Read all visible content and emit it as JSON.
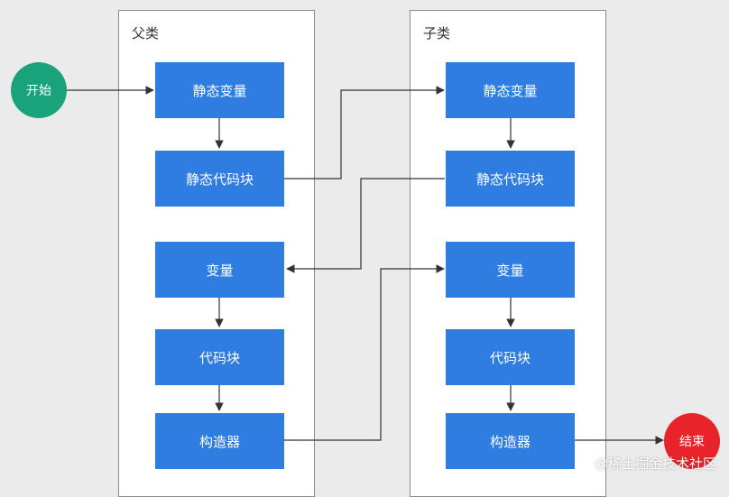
{
  "parent_lane": {
    "title": "父类"
  },
  "child_lane": {
    "title": "子类"
  },
  "start": {
    "label": "开始",
    "color": "#1aa37a"
  },
  "end": {
    "label": "结束",
    "color": "#e8242a"
  },
  "parent_boxes": {
    "static_var": "静态变量",
    "static_block": "静态代码块",
    "var": "变量",
    "block": "代码块",
    "ctor": "构造器"
  },
  "child_boxes": {
    "static_var": "静态变量",
    "static_block": "静态代码块",
    "var": "变量",
    "block": "代码块",
    "ctor": "构造器"
  },
  "colors": {
    "box": "#2f7de1",
    "line": "#333333",
    "lane_border": "#8a8a8a"
  },
  "watermark": "@稀土掘金技术社区"
}
